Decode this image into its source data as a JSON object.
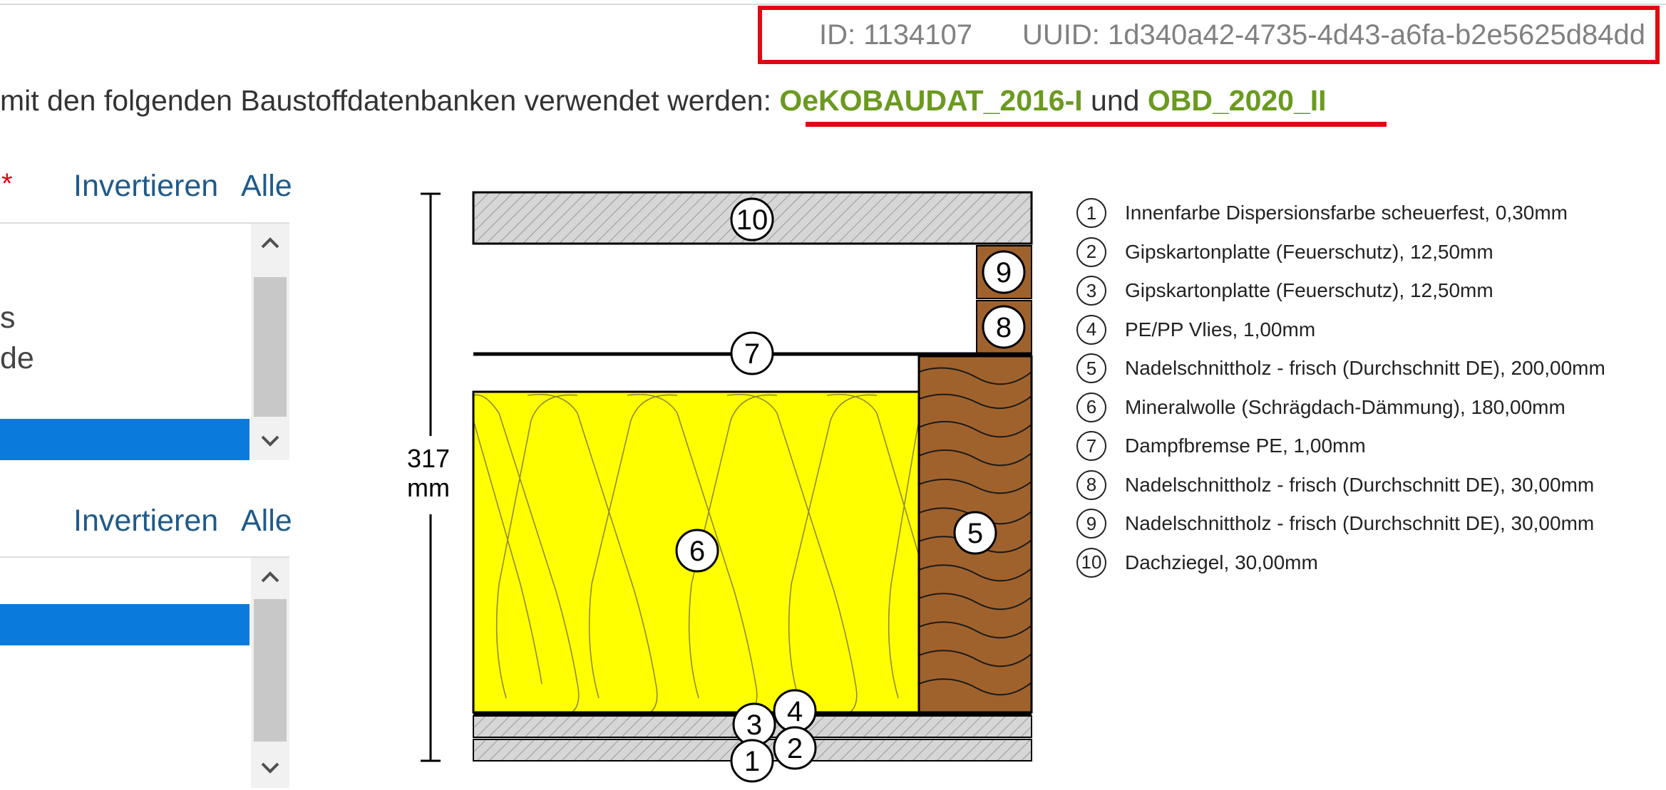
{
  "header": {
    "id_text": "ID: 1134107",
    "uuid_text": "UUID: 1d340a42-4735-4d43-a6fa-b2e5625d84dd"
  },
  "database_notice": {
    "prefix": " mit den folgenden Baustoffdatenbanken verwendet werden: ",
    "db1": "OeKOBAUDAT_2016-I",
    "conjunction": " und ",
    "db2": "OBD_2020_II"
  },
  "panel1": {
    "required_marker": "*",
    "invert_label": "Invertieren",
    "all_label": "Alle",
    "partial_lines": [
      "s",
      "de"
    ]
  },
  "panel2": {
    "invert_label": "Invertieren",
    "all_label": "Alle"
  },
  "scroll_icons": {
    "up": "chevron-up-icon",
    "down": "chevron-down-icon"
  },
  "diagram": {
    "dimension_value": "317",
    "dimension_unit": "mm",
    "layer_markers": [
      "1",
      "2",
      "3",
      "4",
      "5",
      "6",
      "7",
      "8",
      "9",
      "10"
    ]
  },
  "legend": [
    {
      "num": "1",
      "text": "Innenfarbe Dispersionsfarbe scheuerfest, 0,30mm"
    },
    {
      "num": "2",
      "text": "Gipskartonplatte (Feuerschutz), 12,50mm"
    },
    {
      "num": "3",
      "text": "Gipskartonplatte (Feuerschutz), 12,50mm"
    },
    {
      "num": "4",
      "text": "PE/PP Vlies, 1,00mm"
    },
    {
      "num": "5",
      "text": "Nadelschnittholz - frisch (Durchschnitt DE), 200,00mm"
    },
    {
      "num": "6",
      "text": "Mineralwolle (Schrägdach-Dämmung), 180,00mm"
    },
    {
      "num": "7",
      "text": "Dampfbremse PE, 1,00mm"
    },
    {
      "num": "8",
      "text": "Nadelschnittholz - frisch (Durchschnitt DE), 30,00mm"
    },
    {
      "num": "9",
      "text": "Nadelschnittholz - frisch (Durchschnitt DE), 30,00mm"
    },
    {
      "num": "10",
      "text": "Dachziegel, 30,00mm"
    }
  ],
  "colors": {
    "highlight_red": "#e30613",
    "database_green": "#6a9a1f",
    "link_blue": "#1f5a8b",
    "selection_blue": "#0a7bdc",
    "insulation_yellow": "#ffff00",
    "timber_brown": "#a0622d"
  }
}
